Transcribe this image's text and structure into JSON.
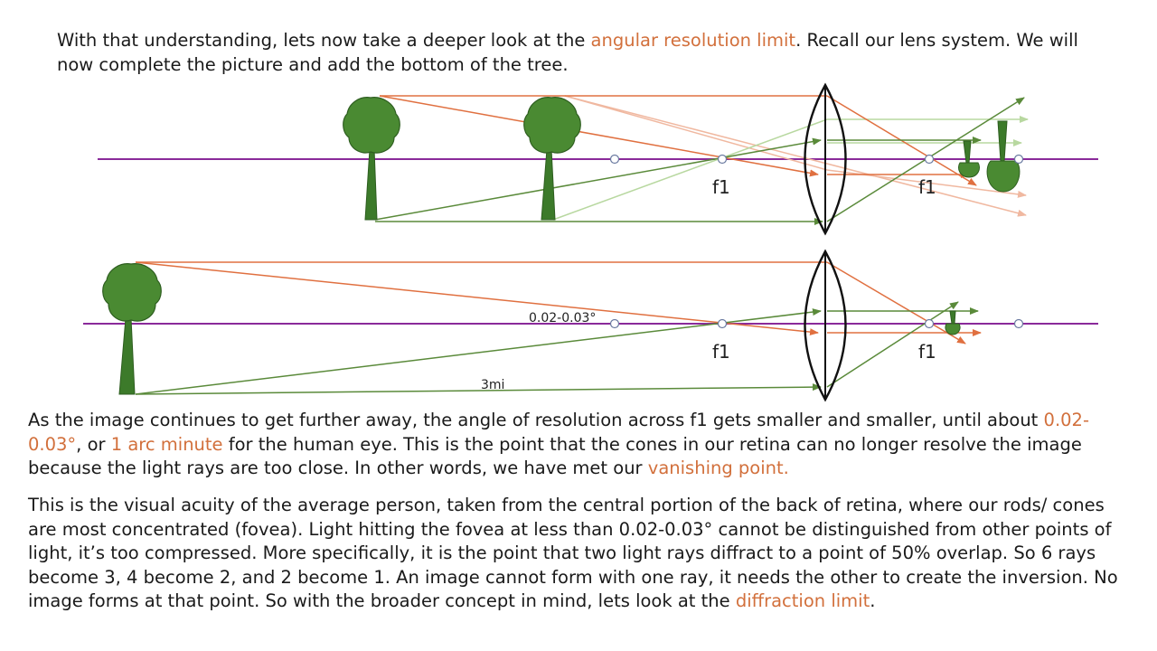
{
  "intro": {
    "part1": "With that understanding, lets now take a deeper look at the ",
    "highlight1": "angular resolution limit",
    "part2": ".  Recall our lens system.  We will now complete the picture and add the bottom of the tree."
  },
  "diagram": {
    "top": {
      "focal_left": "f1",
      "focal_right": "f1"
    },
    "bottom": {
      "focal_left": "f1",
      "focal_right": "f1",
      "angle_label": "0.02-0.03°",
      "distance_label": "3mi"
    },
    "colors": {
      "axis": "#8a2a9a",
      "ray_orange": "#e07040",
      "ray_orange_light": "#f0b8a0",
      "ray_green": "#5a8a3a",
      "ray_green_light": "#b8d8a0",
      "tree_foliage": "#4a8a32",
      "tree_trunk": "#3c7a2a",
      "focal_point": "#ffffff",
      "lens": "#111111"
    }
  },
  "caption": {
    "part1": "As the image continues to get further away, the angle of resolution across f1 gets smaller and smaller, until about ",
    "highlight1": "0.02-0.03°",
    "part2": ", or ",
    "highlight2": "1 arc minute",
    "part3": " for the human eye.  This is the point that the cones in our retina can no longer resolve the image because the light rays are too close.  In other words, we have met our ",
    "highlight3": "vanishing point.",
    "part4": ""
  },
  "acuity": {
    "part1": "This is the visual acuity of the average person, taken from the central portion of the back of retina, where our rods/ cones are most concentrated (fovea).  Light hitting the fovea at less than 0.02-0.03° cannot be distinguished from other points of light, it’s too compressed.  More specifically, it is the point that two light rays diffract to a point of 50% overlap.  So 6 rays become 3, 4 become 2, and 2 become 1.  An image cannot form with one ray, it needs the other to create the inversion.  No image forms at that point.  So with the broader concept in mind, lets look at the ",
    "highlight1": "diffraction limit",
    "part2": "."
  }
}
